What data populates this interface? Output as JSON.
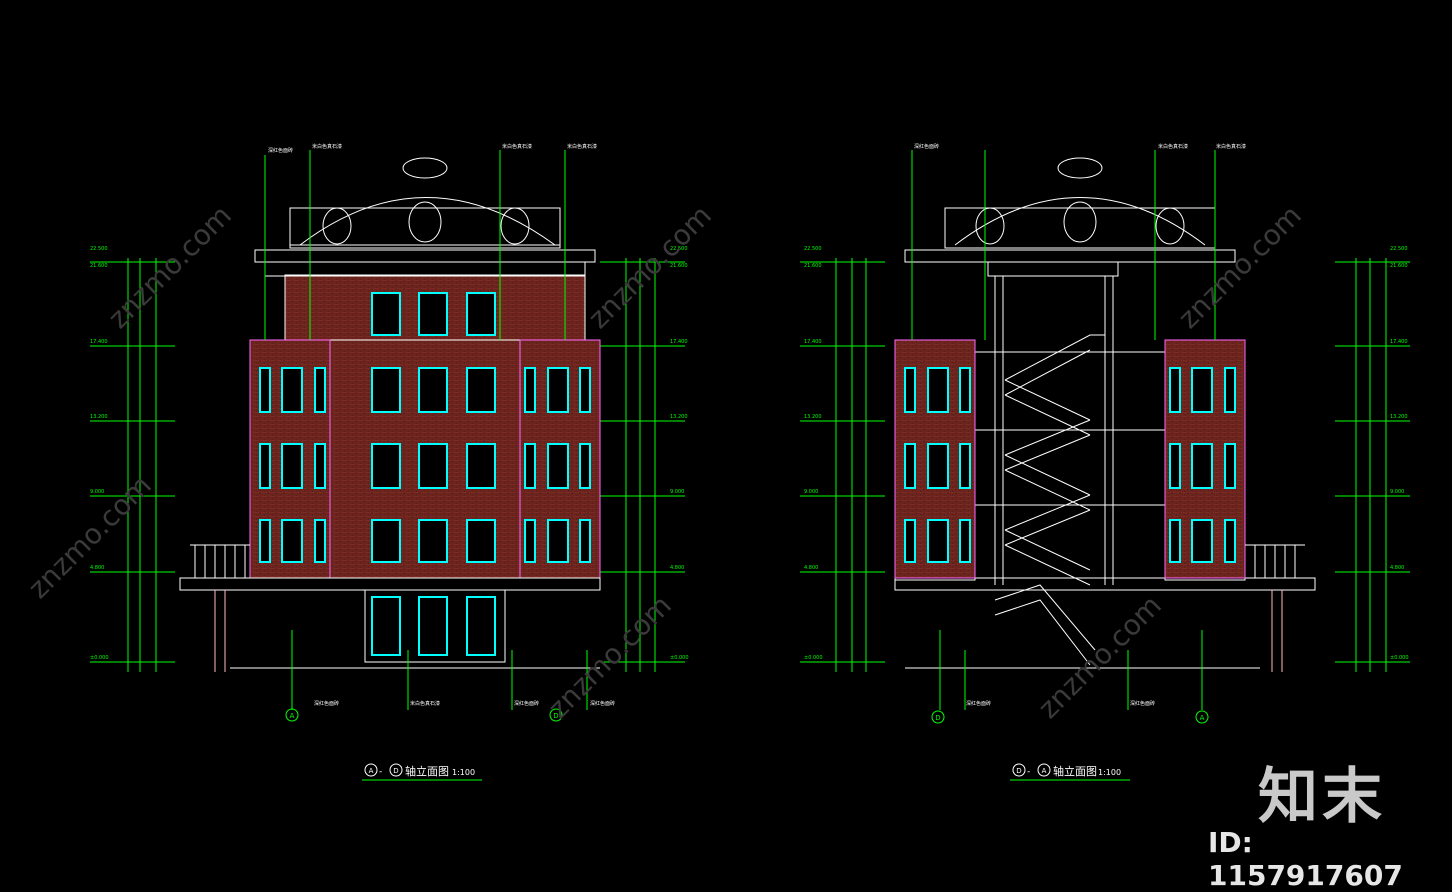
{
  "drawings": [
    {
      "title_left_axis": "A",
      "title_right_axis": "D",
      "title_text": "轴立面图",
      "title_scale": "1:100",
      "bottom_axes": [
        "A",
        "D"
      ],
      "level_labels": [
        "22.500",
        "21.600",
        "17.400",
        "13.200",
        "9.000",
        "4.800",
        "±0.000"
      ]
    },
    {
      "title_left_axis": "D",
      "title_right_axis": "A",
      "title_text": "轴立面图",
      "title_scale": "1:100",
      "bottom_axes": [
        "D",
        "A"
      ],
      "level_labels": [
        "22.500",
        "21.600",
        "17.400",
        "13.200",
        "9.000",
        "4.800",
        "±0.000"
      ]
    }
  ],
  "annotations_left": [
    "深红色面砖",
    "米白色真石漆",
    "米白色真石漆",
    "米白色真石漆"
  ],
  "annotations_bottom_left": [
    "深红色面砖",
    "米白色真石漆",
    "深红色面砖",
    "深红色面砖"
  ],
  "annotations_right": [
    "深红色面砖",
    "米白色真石漆",
    "米白色真石漆"
  ],
  "annotations_bottom_right": [
    "深红色面砖",
    "深红色面砖"
  ],
  "watermark": {
    "site": "znzmo.com",
    "brand": "知末",
    "id_text": "ID: 1157917607"
  },
  "colors": {
    "background": "#000000",
    "line_white": "#ffffff",
    "dim_green": "#00ff00",
    "brick_red": "#7a2a22",
    "window_cyan": "#00ffff",
    "trim_magenta": "#ff66ff",
    "trim_yellow": "#ffff00"
  }
}
